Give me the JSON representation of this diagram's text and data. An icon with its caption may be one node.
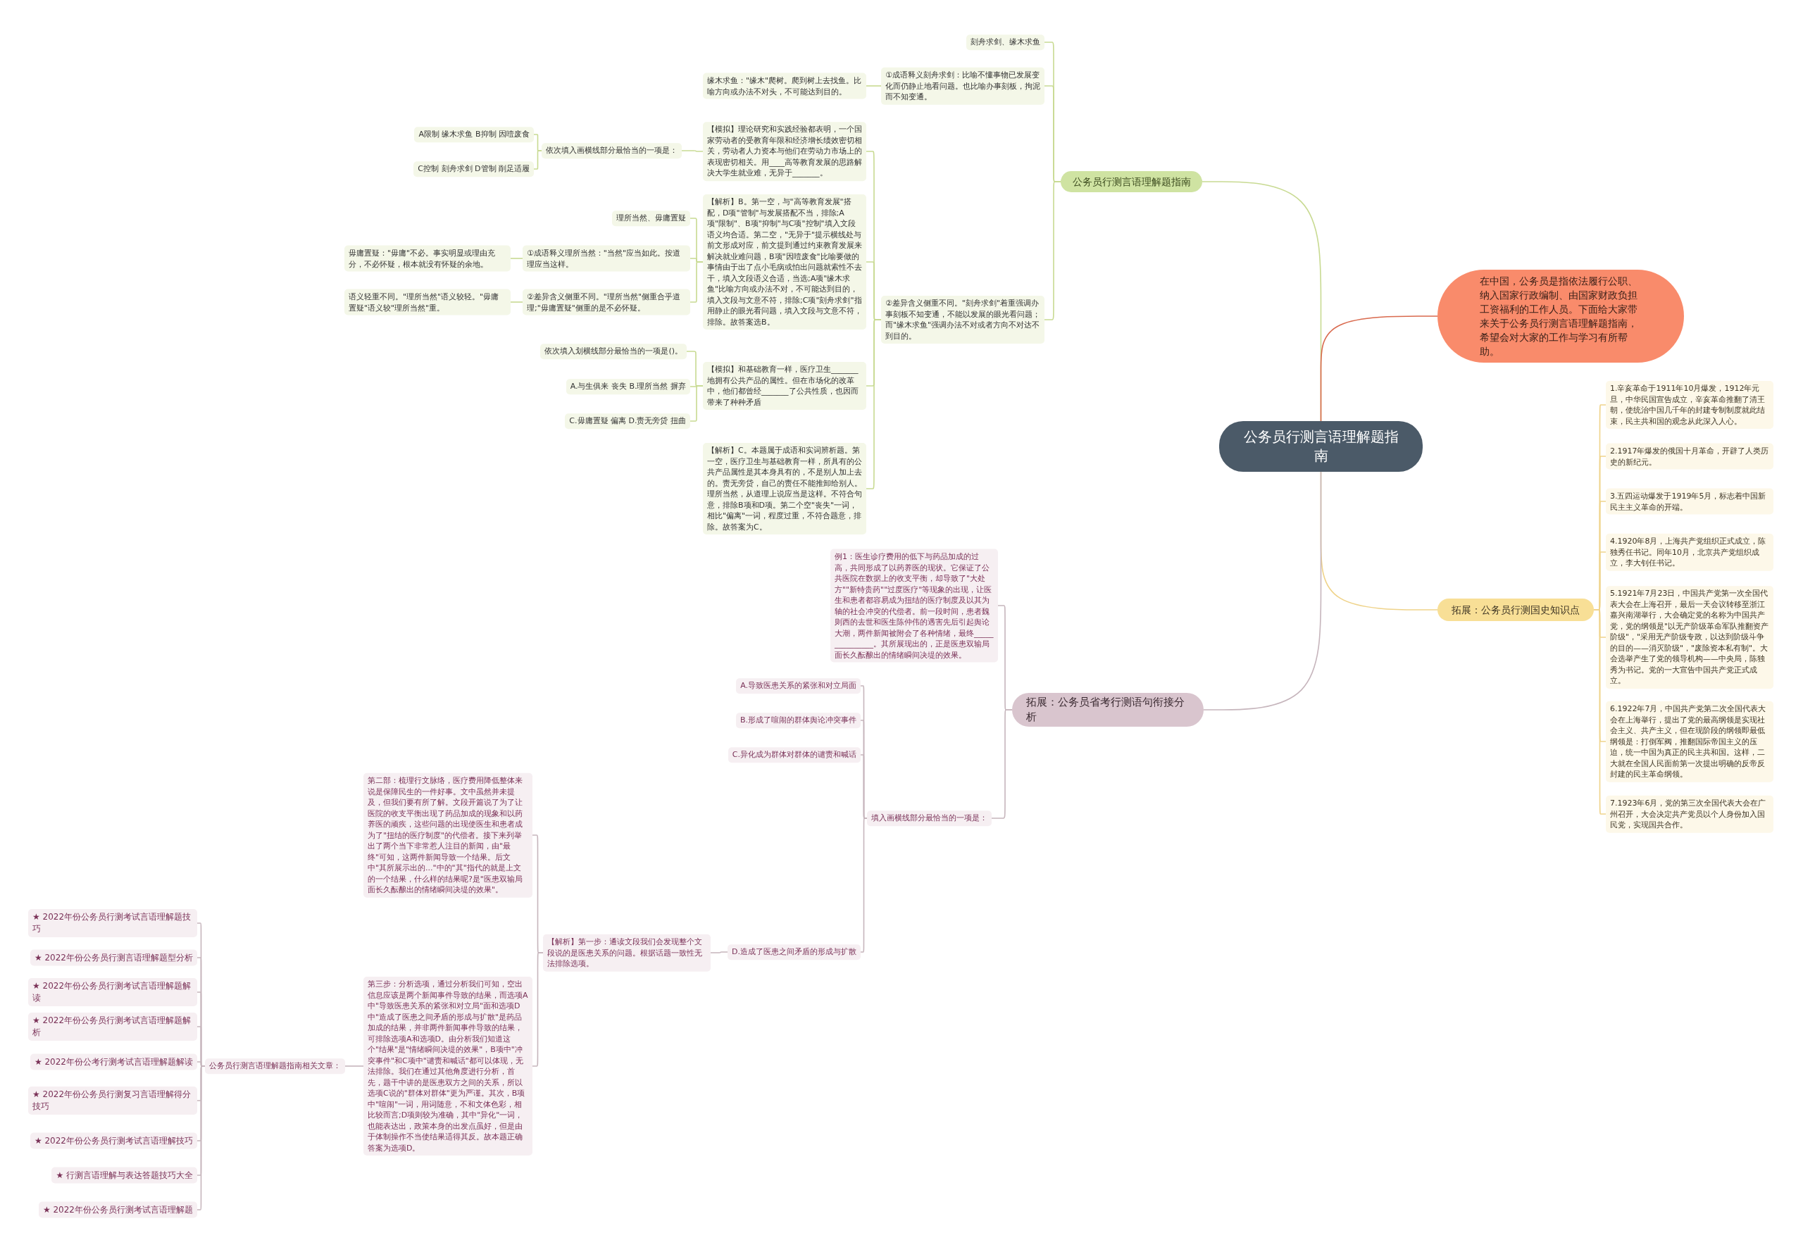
{
  "diagram": {
    "nodes": [
      {
        "text": [
          "公务员行测言语理解题指南"
        ]
      },
      {
        "text": [
          "公务员行测言语理解题指南"
        ]
      },
      {
        "text": [
          "刻舟求剑、缘木求鱼"
        ]
      },
      {
        "text": [
          "①成语释义刻舟求剑：比喻不懂事物已发展变化而仍静止地看问题。也比喻办事刻板，拘泥而不知变通。"
        ]
      },
      {
        "text": [
          "缘木求鱼：\"缘木\"爬树。爬到树上去找鱼。比喻方向或办法不对头，不可能达到目的。"
        ]
      },
      {
        "text": [
          "②差异含义侧重不同。\"刻舟求剑\"着重强调办事刻板不知变通，不能以发展的眼光看问题；而\"缘木求鱼\"强调办法不对或者方向不对达不到目的。"
        ]
      },
      {
        "text": [
          "【模拟】理论研究和实践经验都表明，一个国家劳动者的受教育年限和经济增长绩效密切相关，劳动者人力资本与他们在劳动力市场上的表现密切相关。用____高等教育发展的思路解决大学生就业难，无异于_______。"
        ]
      },
      {
        "text": [
          "依次填入画横线部分最恰当的一项是："
        ]
      },
      {
        "text": [
          "A限制 缘木求鱼 B抑制 因噎废食"
        ]
      },
      {
        "text": [
          "C控制 刻舟求剑 D管制 削足适履"
        ]
      },
      {
        "text": [
          "【解析】B。第一空，与\"高等教育发展\"搭配，D项\"管制\"与发展搭配不当，排除;A项\"限制\"、B项\"抑制\"与C项\"控制\"填入文段语义均合适。第二空，\"无异于\"提示横线处与前文形成对应，前文提到通过约束教育发展来解决就业难问题，B项\"因噎废食\"比喻要做的事情由于出了点小毛病或怕出问题就索性不去干，填入文段语义合适，当选;A项\"缘木求鱼\"比喻方向或办法不对，不可能达到目的，填入文段与文意不符，排除;C项\"刻舟求剑\"指用静止的眼光看问题，填入文段与文意不符，排除。故答案选B。"
        ]
      },
      {
        "text": [
          "理所当然、毋庸置疑"
        ]
      },
      {
        "text": [
          "①成语释义理所当然：\"当然\"应当如此。按道理应当这样。"
        ]
      },
      {
        "text": [
          "毋庸置疑：\"毋庸\"不必。事实明显或理由充分，不必怀疑，根本就没有怀疑的余地。"
        ]
      },
      {
        "text": [
          "②差异含义侧重不同。\"理所当然\"侧重合乎道理;\"毋庸置疑\"侧重的是不必怀疑。"
        ]
      },
      {
        "text": [
          "语义轻重不同。\"理所当然\"语义较轻。\"毋庸置疑\"语义较\"理所当然\"重。"
        ]
      },
      {
        "text": [
          "【模拟】和基础教育一样，医疗卫生_______地拥有公共产品的属性。但在市场化的改革中，他们都曾经_______了公共性质，也因而带来了种种矛盾"
        ]
      },
      {
        "text": [
          "依次填入划横线部分最恰当的一项是()。"
        ]
      },
      {
        "text": [
          "A.与生俱来 丧失 B.理所当然 摒弃"
        ]
      },
      {
        "text": [
          "C.毋庸置疑 偏离 D.责无旁贷 扭曲"
        ]
      },
      {
        "text": [
          "【解析】C。本题属于成语和实词辨析题。第一空，医疗卫生与基础教育一样，所具有的公共产品属性是其本身具有的，不是别人加上去的。责无旁贷，自己的责任不能推卸给别人。理所当然，从道理上说应当是这样。不符合句意，排除B项和D项。第二个空\"丧失\"一词，相比\"偏离\"一词，程度过重，不符合题意，排除。故答案为C。"
        ]
      },
      {
        "text": [
          "在中国，公务员是指依法履行公职、纳入国家行政编制、由国家财政负担工资福利的工作人员。下面给大家带来关于公务员行测言语理解题指南，希望会对大家的工作与学习有所帮助。"
        ]
      },
      {
        "text": [
          "拓展：公务员行测国史知识点"
        ]
      },
      {
        "text": [
          "1.辛亥革命于1911年10月爆发，1912年元旦，中华民国宣告成立，辛亥革命推翻了清王朝，使统治中国几千年的封建专制制度就此结束，民主共和国的观念从此深入人心。"
        ]
      },
      {
        "text": [
          "2.1917年爆发的俄国十月革命，开辟了人类历史的新纪元。"
        ]
      },
      {
        "text": [
          "3.五四运动爆发于1919年5月，标志着中国新民主主义革命的开端。"
        ]
      },
      {
        "text": [
          "4.1920年8月，上海共产党组织正式成立，陈独秀任书记。同年10月，北京共产党组织成立，李大钊任书记。"
        ]
      },
      {
        "text": [
          "5.1921年7月23日，中国共产党第一次全国代表大会在上海召开，最后一天会议转移至浙江嘉兴南湖举行，大会确定党的名称为中国共产党，党的纲领是\"以无产阶级革命军队推翻资产阶级\"，\"采用无产阶级专政，以达到阶级斗争的目的——消灭阶级\"，\"废除资本私有制\"。大会选举产生了党的领导机构——中央局，陈独秀为书记。党的一大宣告中国共产党正式成立。"
        ]
      },
      {
        "text": [
          "6.1922年7月，中国共产党第二次全国代表大会在上海举行，提出了党的最高纲领是实现社会主义、共产主义，但在现阶段的纲领即最低纲领是：打倒军阀，推翻国际帝国主义的压迫，统一中国为真正的民主共和国。这样，二大就在全国人民面前第一次提出明确的反帝反封建的民主革命纲领。"
        ]
      },
      {
        "text": [
          "7.1923年6月，党的第三次全国代表大会在广州召开，大会决定共产党员以个人身份加入国民党，实现国共合作。"
        ]
      },
      {
        "text": [
          "拓展：公务员省考行测语句衔接分析"
        ]
      },
      {
        "text": [
          "例1：医生诊疗费用的低下与药品加成的过高，共同形成了以药养医的现状。它保证了公共医院在数据上的收支平衡，却导致了\"大处方\"\"新特贵药\"\"过度医疗\"等现象的出现，让医生和患者都容易成为扭结的医疗制度及以其为轴的社会冲突的代偿者。前一段时间，患者魏则西的去世和医生陈仲伟的遇害先后引起舆论大潮，两件新闻被附会了各种情绪，最终_______________。其所展现出的，正是医患双输局面长久酝酿出的情绪瞬间决堤的效果。"
        ]
      },
      {
        "text": [
          "填入画横线部分最恰当的一项是："
        ]
      },
      {
        "text": [
          "A.导致医患关系的紧张和对立局面"
        ]
      },
      {
        "text": [
          "B.形成了喧闹的群体舆论冲突事件"
        ]
      },
      {
        "text": [
          "C.异化成为群体对群体的谴责和喊话"
        ]
      },
      {
        "text": [
          "D.造成了医患之间矛盾的形成与扩散"
        ]
      },
      {
        "text": [
          "【解析】第一步：通读文段我们会发现整个文段说的是医患关系的问题。根据话题一致性无法排除选项。"
        ]
      },
      {
        "text": [
          "第二部：梳理行文脉络，医疗费用降低整体来说是保障民生的一件好事。文中虽然并未提及，但我们要有所了解。文段开篇说了为了让医院的收支平衡出现了药品加成的现象和以药养医的顽疾，这些问题的出现使医生和患者成为了\"扭结的医疗制度\"的代偿者。接下来列举出了两个当下非常惹人注目的新闻，由\"最终\"可知，这两件新闻导致一个结果。后文中\"其所展示出的...\"中的\"其\"指代的就是上文的一个结果，什么样的结果呢?是\"医患双输局面长久酝酿出的情绪瞬间决堤的效果\"。"
        ]
      },
      {
        "text": [
          "第三步：分析选项，通过分析我们可知，空出信息应该是两个新闻事件导致的结果，而选项A中\"导致医患关系的紧张和对立局\"面和选项D中\"造成了医患之间矛盾的形成与扩散\"是药品加成的结果，并非两件新闻事件导致的结果，可排除选项A和选项D。由分析我们知道这个\"结果\"是\"情绪瞬间决堤的效果\"，B项中\"冲突事件\"和C项中\"谴责和喊话\"都可以体现，无法排除。我们在通过其他角度进行分析，首先，题干中讲的是医患双方之间的关系，所以选项C说的\"群体对群体\"更为严谨。其次，B项中\"喧闹\"一词，用词随意，不和文体色彩，相比较而言;D项则较为准确，其中\"异化\"一词，也能表达出，政策本身的出发点虽好，但是由于体制操作不当使结果适得其反。故本题正确答案为选项D。"
        ]
      },
      {
        "text": [
          "公务员行测言语理解题指南相关文章："
        ]
      },
      {
        "text": [
          "★ 2022年份公务员行测考试言语理解题技巧"
        ]
      },
      {
        "text": [
          "★ 2022年份公务员行测言语理解题型分析"
        ]
      },
      {
        "text": [
          "★ 2022年份公务员行测考试言语理解题解读"
        ]
      },
      {
        "text": [
          "★ 2022年份公务员行测考试言语理解题解析"
        ]
      },
      {
        "text": [
          "★ 2022年份公考行测考试言语理解题解读"
        ]
      },
      {
        "text": [
          "★ 2022年份公务员行测复习言语理解得分技巧"
        ]
      },
      {
        "text": [
          "★ 2022年份公务员行测考试言语理解技巧"
        ]
      },
      {
        "text": [
          "★ 行测言语理解与表达答题技巧大全"
        ]
      },
      {
        "text": [
          "★ 2022年份公务员行测考试言语理解题"
        ]
      }
    ],
    "edges": [
      {
        "from": 0,
        "to": 1,
        "arrow": "none"
      },
      {
        "from": 1,
        "to": 2,
        "arrow": "none"
      },
      {
        "from": 1,
        "to": 3,
        "arrow": "none"
      },
      {
        "from": 3,
        "to": 4,
        "arrow": "none"
      },
      {
        "from": 1,
        "to": 5,
        "arrow": "none"
      },
      {
        "from": 5,
        "to": 6,
        "arrow": "none"
      },
      {
        "from": 6,
        "to": 7,
        "arrow": "none"
      },
      {
        "from": 7,
        "to": 8,
        "arrow": "none"
      },
      {
        "from": 7,
        "to": 9,
        "arrow": "none"
      },
      {
        "from": 5,
        "to": 10,
        "arrow": "none"
      },
      {
        "from": 10,
        "to": 11,
        "arrow": "none"
      },
      {
        "from": 10,
        "to": 12,
        "arrow": "none"
      },
      {
        "from": 12,
        "to": 13,
        "arrow": "none"
      },
      {
        "from": 10,
        "to": 14,
        "arrow": "none"
      },
      {
        "from": 14,
        "to": 15,
        "arrow": "none"
      },
      {
        "from": 5,
        "to": 16,
        "arrow": "none"
      },
      {
        "from": 16,
        "to": 17,
        "arrow": "none"
      },
      {
        "from": 16,
        "to": 18,
        "arrow": "none"
      },
      {
        "from": 16,
        "to": 19,
        "arrow": "none"
      },
      {
        "from": 5,
        "to": 20,
        "arrow": "none"
      },
      {
        "from": 0,
        "to": 21,
        "arrow": "none",
        "color": "#d96a4e"
      },
      {
        "from": 0,
        "to": 22,
        "arrow": "none",
        "color": "#efd38a"
      },
      {
        "from": 22,
        "to": 23,
        "arrow": "none",
        "color": "#efd38a"
      },
      {
        "from": 22,
        "to": 24,
        "arrow": "none",
        "color": "#efd38a"
      },
      {
        "from": 22,
        "to": 25,
        "arrow": "none",
        "color": "#efd38a"
      },
      {
        "from": 22,
        "to": 26,
        "arrow": "none",
        "color": "#efd38a"
      },
      {
        "from": 22,
        "to": 27,
        "arrow": "none",
        "color": "#efd38a"
      },
      {
        "from": 22,
        "to": 28,
        "arrow": "none",
        "color": "#efd38a"
      },
      {
        "from": 22,
        "to": 29,
        "arrow": "none",
        "color": "#efd38a"
      },
      {
        "from": 0,
        "to": 30,
        "arrow": "none",
        "color": "#c6b5bc"
      },
      {
        "from": 30,
        "to": 31,
        "arrow": "none",
        "color": "#c6b5bc"
      },
      {
        "from": 30,
        "to": 32,
        "arrow": "none",
        "color": "#c6b5bc"
      },
      {
        "from": 32,
        "to": 33,
        "arrow": "none",
        "color": "#c6b5bc"
      },
      {
        "from": 32,
        "to": 34,
        "arrow": "none",
        "color": "#c6b5bc"
      },
      {
        "from": 32,
        "to": 35,
        "arrow": "none",
        "color": "#c6b5bc"
      },
      {
        "from": 32,
        "to": 36,
        "arrow": "none",
        "color": "#c6b5bc"
      },
      {
        "from": 36,
        "to": 37,
        "arrow": "none",
        "color": "#c6b5bc"
      },
      {
        "from": 37,
        "to": 38,
        "arrow": "none",
        "color": "#c6b5bc"
      },
      {
        "from": 37,
        "to": 39,
        "arrow": "none",
        "color": "#c6b5bc"
      },
      {
        "from": 39,
        "to": 40,
        "arrow": "none",
        "color": "#c6b5bc"
      },
      {
        "from": 40,
        "to": 41,
        "arrow": "none",
        "color": "#c6b5bc"
      },
      {
        "from": 40,
        "to": 42,
        "arrow": "none",
        "color": "#c6b5bc"
      },
      {
        "from": 40,
        "to": 43,
        "arrow": "none",
        "color": "#c6b5bc"
      },
      {
        "from": 40,
        "to": 44,
        "arrow": "none",
        "color": "#c6b5bc"
      },
      {
        "from": 40,
        "to": 45,
        "arrow": "none",
        "color": "#c6b5bc"
      },
      {
        "from": 40,
        "to": 46,
        "arrow": "none",
        "color": "#c6b5bc"
      },
      {
        "from": 40,
        "to": 47,
        "arrow": "none",
        "color": "#c6b5bc"
      },
      {
        "from": 40,
        "to": 48,
        "arrow": "none",
        "color": "#c6b5bc"
      },
      {
        "from": 40,
        "to": 49,
        "arrow": "none",
        "color": "#c6b5bc"
      }
    ]
  }
}
